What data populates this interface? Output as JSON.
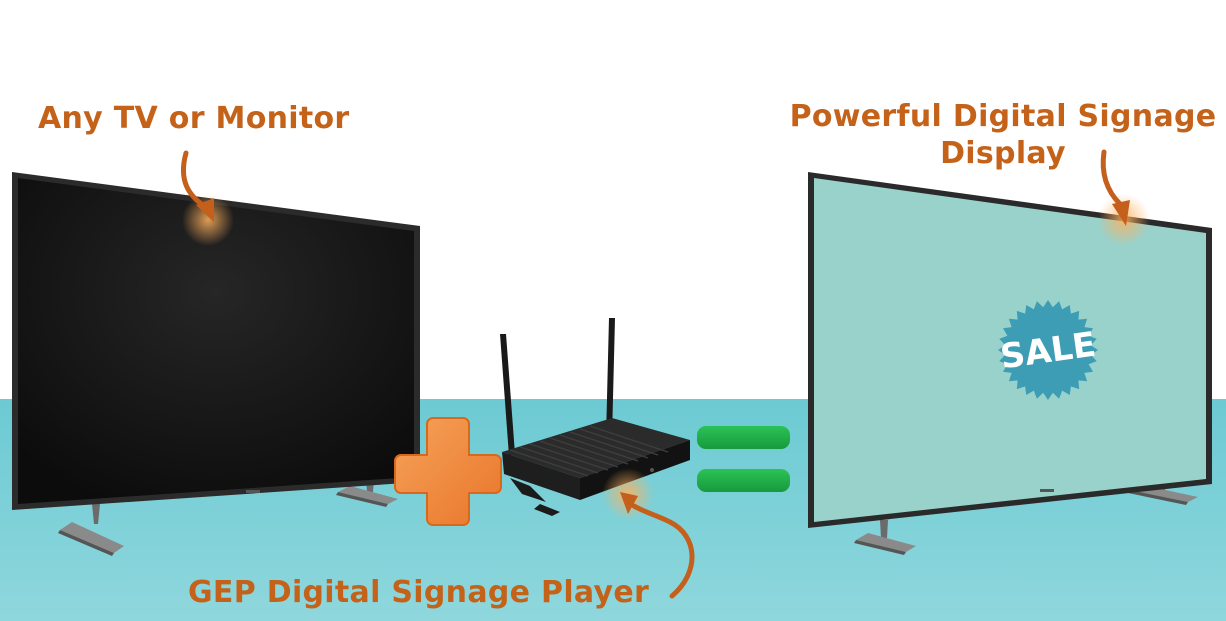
{
  "labels": {
    "tv": "Any TV or Monitor",
    "display": "Powerful Digital Signage Display",
    "player": "GEP Digital Signage Player",
    "sale": "SALE"
  },
  "colors": {
    "label_orange": "#c5621a",
    "floor_teal": "#6fccd4",
    "screen_dark": "#141414",
    "screen_mint": "#99d1cb",
    "sale_badge": "#3d9db5",
    "equals_green": "#1fae47",
    "plus_orange": "#f08a3a"
  },
  "icons": {
    "operator_plus": "plus-icon",
    "operator_equals": "equals-icon",
    "arrow": "curved-arrow-icon"
  }
}
